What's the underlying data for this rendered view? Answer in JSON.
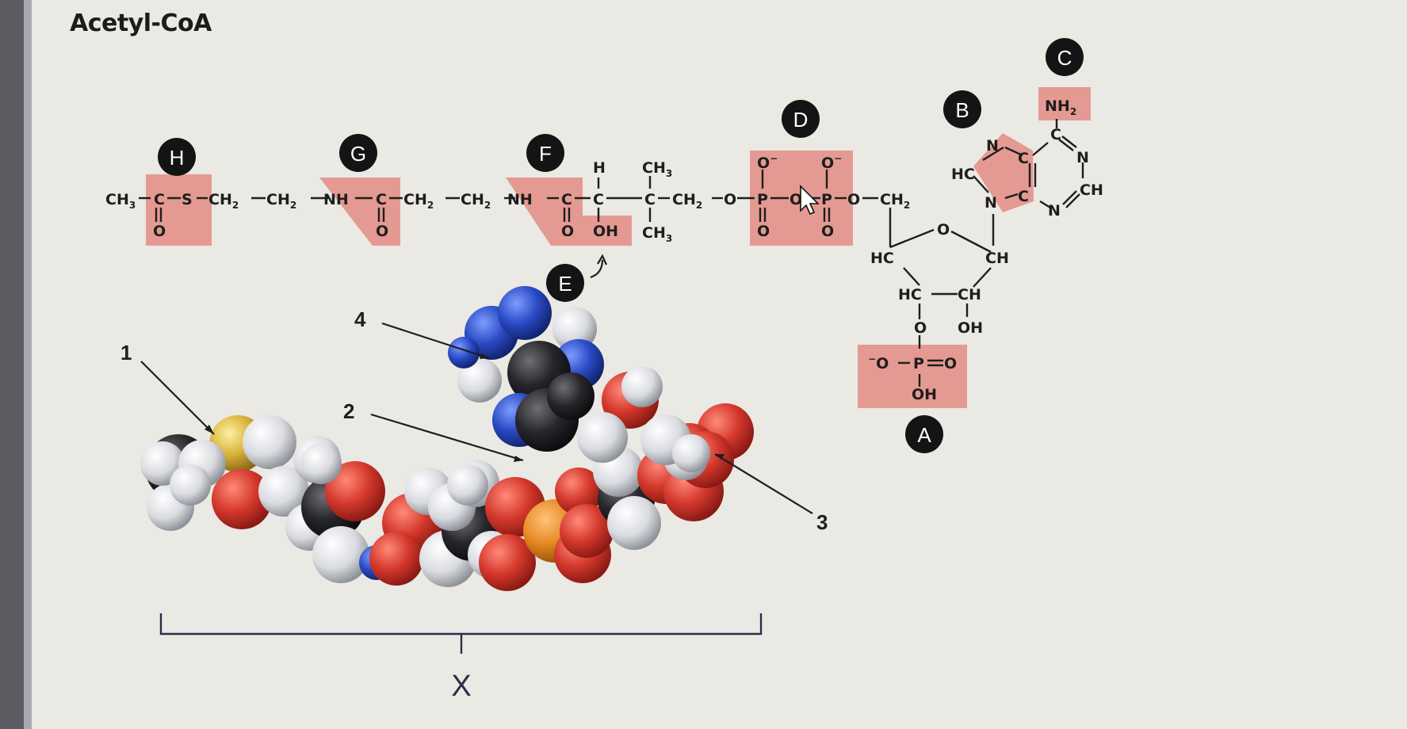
{
  "title": "Acetyl-CoA",
  "colors": {
    "background": "#eae9e3",
    "highlight": "#e49a92",
    "label_circle": "#141414",
    "carbon": "#222226",
    "hydrogen": "#dfe0e4",
    "oxygen": "#d63a2e",
    "nitrogen": "#2b4fc8",
    "sulfur": "#d9b53a",
    "phosphorus": "#e58b25"
  },
  "group_labels": {
    "A": "A",
    "B": "B",
    "C": "C",
    "D": "D",
    "E": "E",
    "F": "F",
    "G": "G",
    "H": "H"
  },
  "model_labels": {
    "n1": "1",
    "n2": "2",
    "n3": "3",
    "n4": "4",
    "x": "X"
  },
  "structure": {
    "ch3": "CH",
    "three": "3",
    "two": "2",
    "c": "C",
    "s": "S",
    "ch2": "CH",
    "nh": "NH",
    "o": "O",
    "o_minus": "O",
    "minus": "−",
    "h": "H",
    "oh": "OH",
    "p": "P",
    "hc": "HC",
    "ch": "CH",
    "n": "N",
    "nh2": "NH"
  }
}
